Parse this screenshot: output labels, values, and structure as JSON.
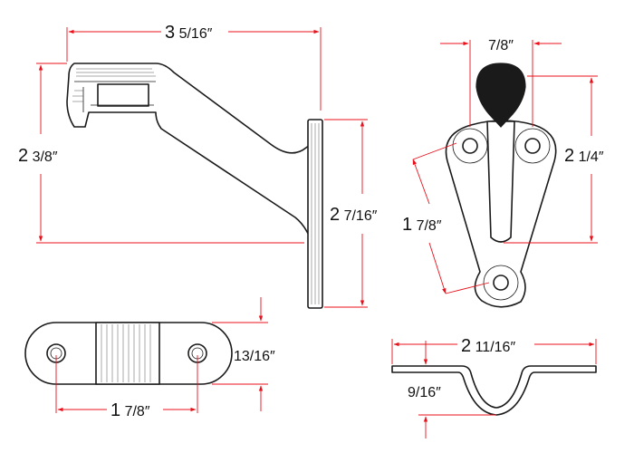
{
  "colors": {
    "dimension": "#e8101a",
    "line": "#1a1a1a",
    "background": "#ffffff"
  },
  "dimensions": {
    "bracket_projection": {
      "whole": "3",
      "frac": "5/16",
      "unit": "″"
    },
    "bracket_height": {
      "whole": "2",
      "frac": "3/8",
      "unit": "″"
    },
    "plate_height": {
      "whole": "2",
      "frac": "7/16",
      "unit": "″"
    },
    "front_top_spacing": {
      "whole": "",
      "frac": "7/8",
      "unit": "″"
    },
    "front_height": {
      "whole": "2",
      "frac": "1/4",
      "unit": "″"
    },
    "front_diagonal": {
      "whole": "1",
      "frac": "7/8",
      "unit": "″"
    },
    "bottom_width": {
      "whole": "",
      "frac": "13/16",
      "unit": "″"
    },
    "bottom_hole_spacing": {
      "whole": "1",
      "frac": "7/8",
      "unit": "″"
    },
    "saddle_length": {
      "whole": "2",
      "frac": "11/16",
      "unit": "″"
    },
    "saddle_rise": {
      "whole": "",
      "frac": "9/16",
      "unit": "″"
    }
  }
}
